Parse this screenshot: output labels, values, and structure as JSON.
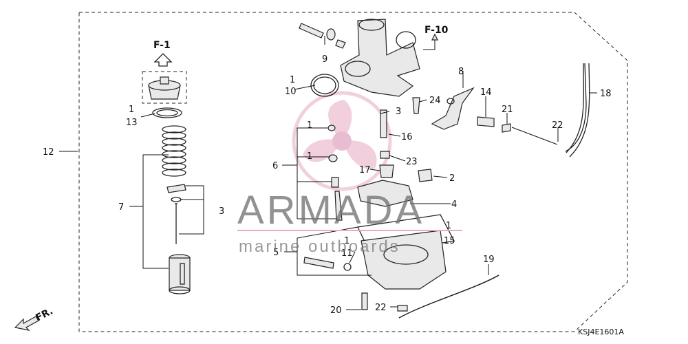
{
  "diagram": {
    "code": "KSJ4E1601A",
    "watermark": {
      "brand": "ARMADA",
      "tagline": "marine outboards"
    },
    "refs": {
      "f1": "F-1",
      "f10": "F-10",
      "fr": "FR."
    },
    "callouts": {
      "c1a": "1",
      "c1b": "1",
      "c1c": "1",
      "c1d": "1",
      "c1e": "1",
      "c1f": "1",
      "c2": "2",
      "c3a": "3",
      "c3b": "3",
      "c4": "4",
      "c5": "5",
      "c6": "6",
      "c7": "7",
      "c8": "8",
      "c9": "9",
      "c10": "10",
      "c11": "11",
      "c12": "12",
      "c13": "13",
      "c14": "14",
      "c15": "15",
      "c16": "16",
      "c17": "17",
      "c18": "18",
      "c19": "19",
      "c20": "20",
      "c21": "21",
      "c22a": "22",
      "c22b": "22",
      "c23": "23",
      "c24": "24"
    }
  }
}
